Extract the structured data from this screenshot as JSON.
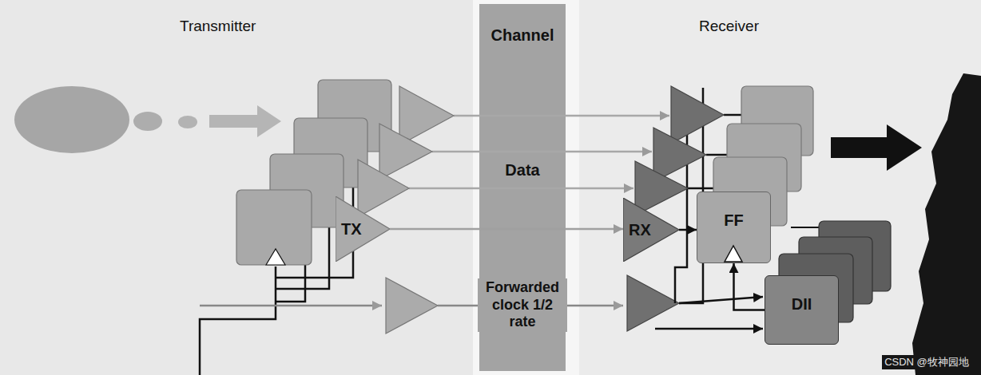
{
  "diagram": {
    "nodes": [
      {
        "text": [
          "Transmitter"
        ]
      },
      {
        "text": [
          "Channel"
        ]
      },
      {
        "text": [
          "Receiver"
        ]
      },
      {
        "text": [
          "TX"
        ],
        "in": 0
      },
      {
        "text": [
          "RX"
        ],
        "in": 2
      },
      {
        "text": [
          "FF"
        ],
        "in": 2
      },
      {
        "text": [
          "DII"
        ],
        "in": 2
      }
    ],
    "edges": [
      {
        "from": 3,
        "to": 4,
        "arrow": "to"
      },
      {
        "from": 4,
        "to": 5,
        "arrow": "to"
      },
      {
        "from": 6,
        "to": 5,
        "arrow": "to"
      }
    ],
    "labels": [
      "Data",
      "Forwarded clock 1/2 rate",
      "CSDN @牧神园地"
    ]
  }
}
